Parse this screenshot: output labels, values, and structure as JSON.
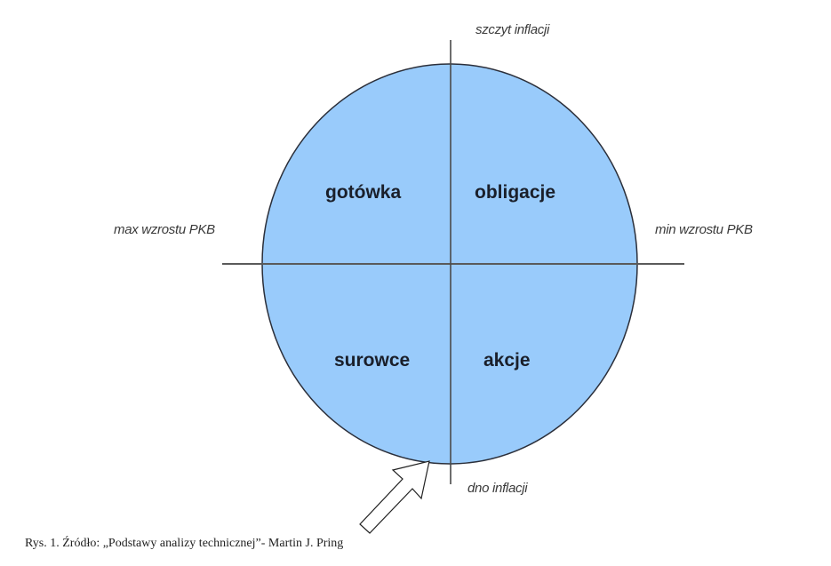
{
  "diagram": {
    "axis_labels": {
      "top": "szczyt inflacji",
      "bottom": "dno inflacji",
      "left": "max wzrostu PKB",
      "right": "min wzrostu PKB"
    },
    "quadrants": {
      "top_left": "gotówka",
      "top_right": "obligacje",
      "bottom_left": "surowce",
      "bottom_right": "akcje"
    },
    "colors": {
      "circle_fill": "#99cbfb",
      "circle_stroke": "#2b2f3a",
      "axis_line": "#555555"
    }
  },
  "caption": "Rys. 1. Źródło: „Podstawy analizy technicznej”- Martin J. Pring"
}
